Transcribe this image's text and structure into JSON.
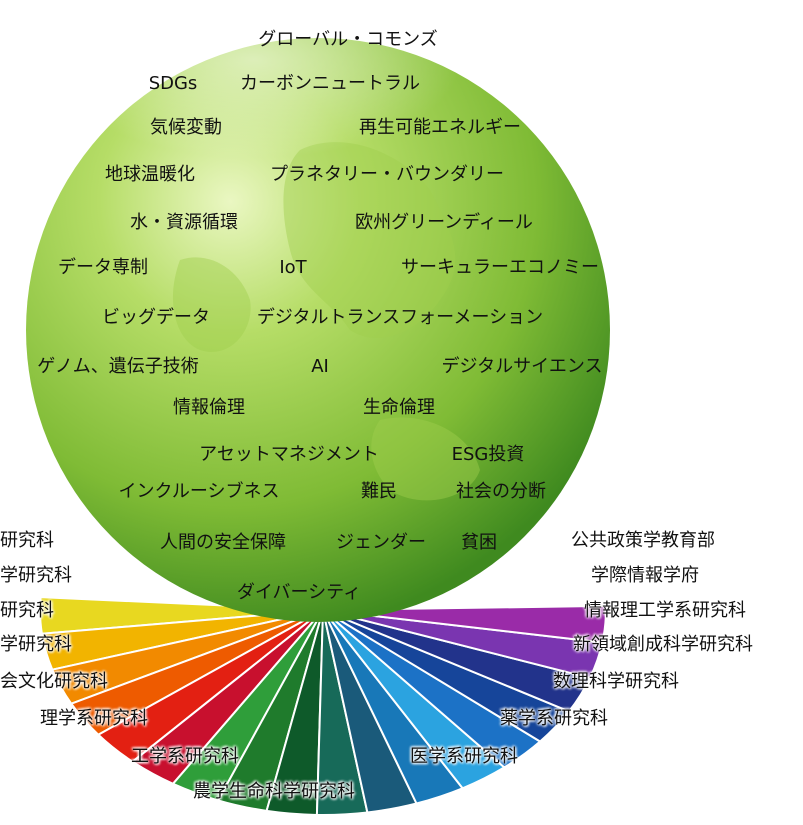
{
  "colors": {
    "sphere_light": "#d8ef9a",
    "sphere_mid": "#8fc63f",
    "sphere_dark": "#3f8a1f",
    "wheel": [
      "#e8d820",
      "#f2b400",
      "#f28a00",
      "#ee5b00",
      "#e32012",
      "#c8102e",
      "#2f9e3a",
      "#1f7b2c",
      "#0e5a2a",
      "#176a59",
      "#1a5a7a",
      "#1878b8",
      "#2ba3e0",
      "#1c72c6",
      "#16459a",
      "#22338b",
      "#7a35b0",
      "#9a2ba8"
    ]
  },
  "sphere_keywords": [
    {
      "text": "グローバル・コモンズ"
    },
    {
      "text": "SDGs"
    },
    {
      "text": "カーボンニュートラル"
    },
    {
      "text": "気候変動"
    },
    {
      "text": "再生可能エネルギー"
    },
    {
      "text": "地球温暖化"
    },
    {
      "text": "プラネタリー・バウンダリー"
    },
    {
      "text": "水・資源循環"
    },
    {
      "text": "欧州グリーンディール"
    },
    {
      "text": "データ専制"
    },
    {
      "text": "IoT"
    },
    {
      "text": "サーキュラーエコノミー"
    },
    {
      "text": "ビッグデータ"
    },
    {
      "text": "デジタルトランスフォーメーション"
    },
    {
      "text": "ゲノム、遺伝子技術"
    },
    {
      "text": "AI"
    },
    {
      "text": "デジタルサイエンス"
    },
    {
      "text": "情報倫理"
    },
    {
      "text": "生命倫理"
    },
    {
      "text": "アセットマネジメント"
    },
    {
      "text": "ESG投資"
    },
    {
      "text": "インクルーシブネス"
    },
    {
      "text": "難民"
    },
    {
      "text": "社会の分断"
    },
    {
      "text": "人間の安全保障"
    },
    {
      "text": "ジェンダー"
    },
    {
      "text": "貧困"
    },
    {
      "text": "ダイバーシティ"
    }
  ],
  "departments_left": [
    {
      "text": "研究科"
    },
    {
      "text": "学研究科"
    },
    {
      "text": "研究科"
    },
    {
      "text": "学研究科"
    },
    {
      "text": "会文化研究科"
    },
    {
      "text": "理学系研究科"
    },
    {
      "text": "工学系研究科"
    },
    {
      "text": "農学生命科学研究科"
    }
  ],
  "departments_right": [
    {
      "text": "公共政策学教育部"
    },
    {
      "text": "学際情報学府"
    },
    {
      "text": "情報理工学系研究科"
    },
    {
      "text": "新領域創成科学研究科"
    },
    {
      "text": "数理科学研究科"
    },
    {
      "text": "薬学系研究科"
    },
    {
      "text": "医学系研究科"
    }
  ]
}
